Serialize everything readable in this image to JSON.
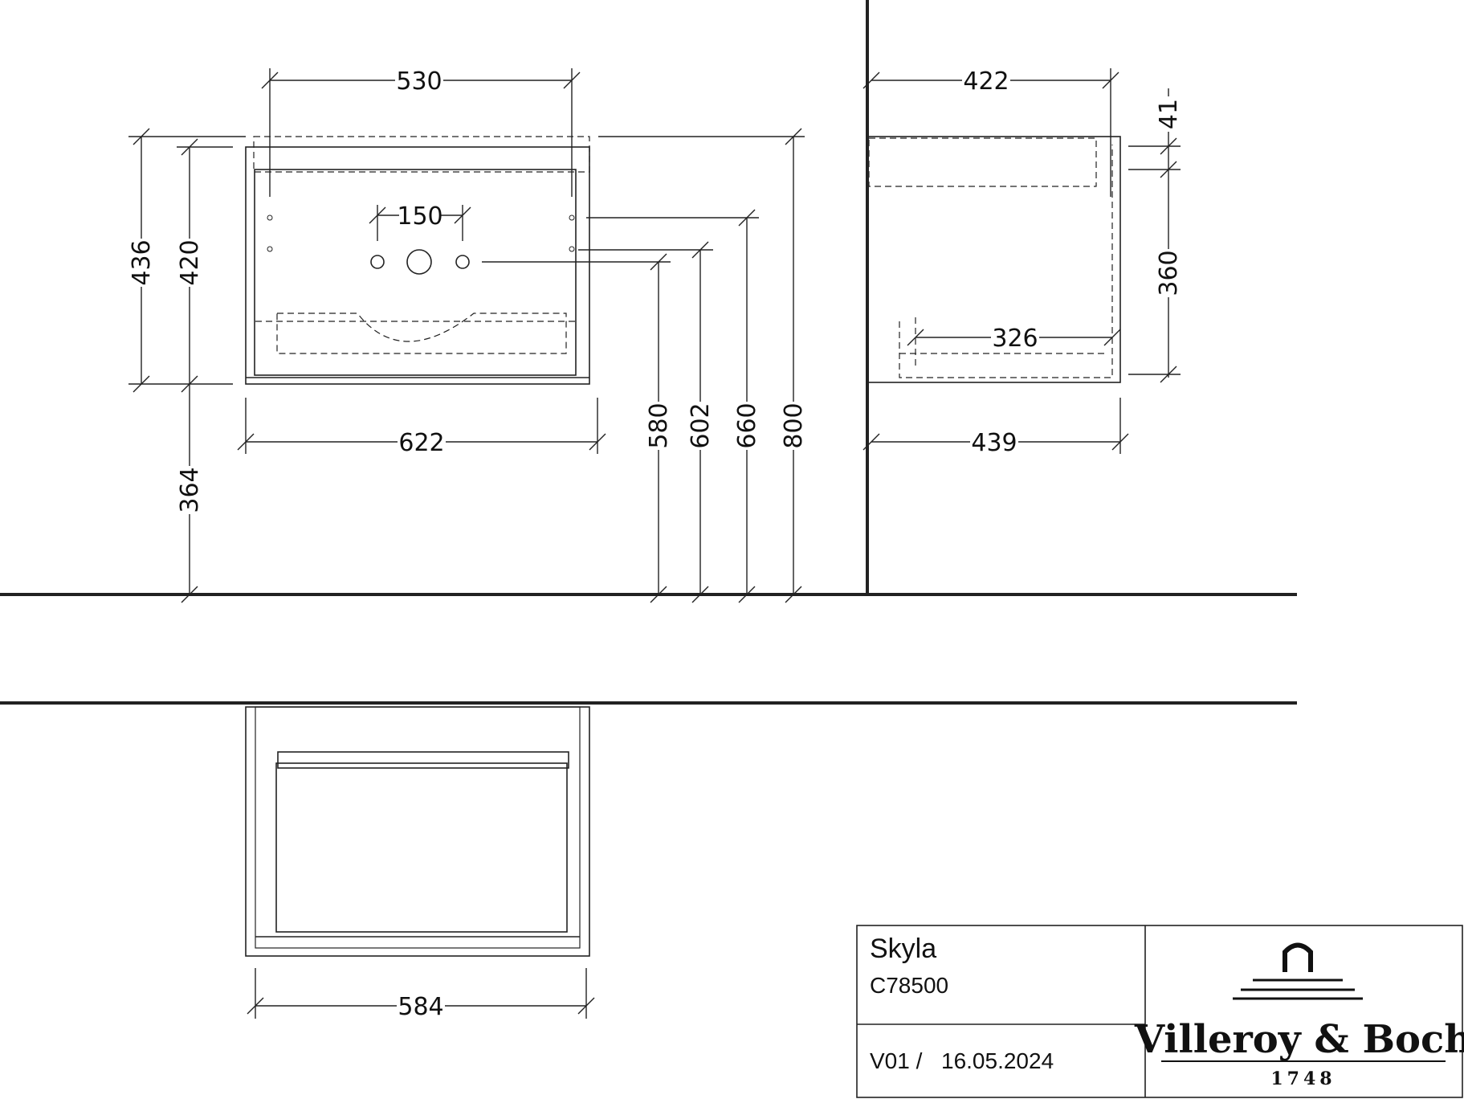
{
  "dimensions": {
    "front_top_width": "530",
    "tap_spacing": "150",
    "total_width": "622",
    "height_436": "436",
    "height_420": "420",
    "floor_gap": "364",
    "level_580": "580",
    "level_602": "602",
    "level_660": "660",
    "level_800": "800",
    "side_depth_top": "422",
    "top_thickness": "41",
    "drawer_height": "360",
    "drawer_depth": "326",
    "side_depth_total": "439",
    "plan_width": "584"
  },
  "title_block": {
    "product_name": "Skyla",
    "article_code": "C78500",
    "version": "V01 /",
    "date": "16.05.2024",
    "brand_name": "Villeroy & Boch",
    "brand_year": "1748"
  }
}
